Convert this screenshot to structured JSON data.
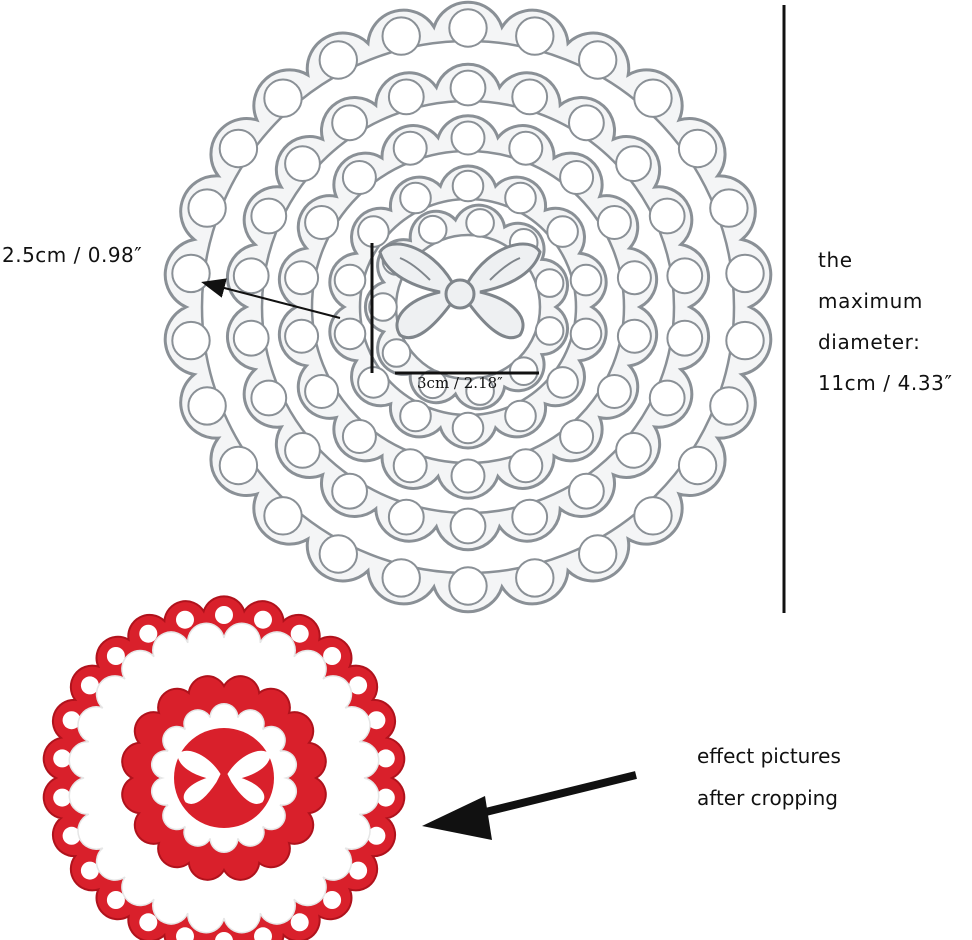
{
  "labels": {
    "small_die_dimension": "2.5cm / 0.98″",
    "inner_width": "3cm / 2.18″",
    "max_diameter_lines": [
      "the",
      "maximum",
      "diameter:",
      "11cm / 4.33″"
    ],
    "effect_lines": [
      "effect pictures",
      "after cropping"
    ]
  },
  "colors": {
    "die_metal": "#c9ced3",
    "die_outline": "#8a9096",
    "paper_red": "#d9202b",
    "paper_red_dark": "#b0121c",
    "arrow": "#111111"
  },
  "dies": {
    "count": 5,
    "scallop_counts": [
      26,
      22,
      18,
      14,
      11
    ]
  }
}
